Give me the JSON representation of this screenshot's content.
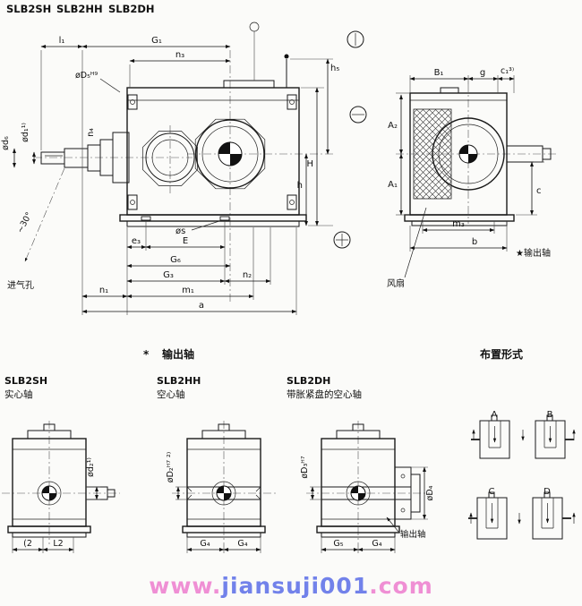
{
  "page": {
    "models": [
      "SLB2SH",
      "SLB2HH",
      "SLB2DH"
    ]
  },
  "main_view": {
    "dims": {
      "l1": "l₁",
      "G1": "G₁",
      "n3": "n₃",
      "D5": "øD₅ᴴ⁹",
      "d1": "ød₁¹⁾",
      "d6": "ød₆",
      "n4": "n₄",
      "h5": "h₅",
      "H": "H",
      "h": "h",
      "s": "øs",
      "e3": "e₃",
      "E": "E",
      "G6": "G₆",
      "G3": "G₃",
      "n2": "n₂",
      "n1": "n₁",
      "m1": "m₁",
      "a": "a",
      "angle": "~30°"
    },
    "air_inlet": "进气孔"
  },
  "end_view": {
    "dims": {
      "B1": "B₁",
      "g": "g",
      "c1": "c₁³⁾",
      "A2": "A₂",
      "A1": "A₁",
      "m3": "m₃",
      "b": "b",
      "c": "c"
    },
    "fan": "风扇",
    "output_shaft": "★输出轴"
  },
  "section": {
    "star": "*",
    "heading": "输出轴"
  },
  "variants": [
    {
      "model": "SLB2SH",
      "type": "实心轴",
      "dim_d": "ød₂¹⁾",
      "dim_left": "(2",
      "dim_right": "L2"
    },
    {
      "model": "SLB2HH",
      "type": "空心轴",
      "dim_d": "øD₂ᴴ⁷ ²⁾",
      "dim_left": "G₄",
      "dim_right": "G₄"
    },
    {
      "model": "SLB2DH",
      "type": "带胀紧盘的空心轴",
      "dim_d": "øD₃ᴴ⁷",
      "dim_d2": "øD₄",
      "output_label": "输出轴",
      "dim_left": "G₅",
      "dim_right": "G₄"
    }
  ],
  "arrangements": {
    "title": "布置形式",
    "items": [
      "A",
      "B",
      "C",
      "D"
    ]
  },
  "watermark": {
    "prefix": "www.",
    "name": "jiansuji001",
    "suffix": ".com"
  }
}
